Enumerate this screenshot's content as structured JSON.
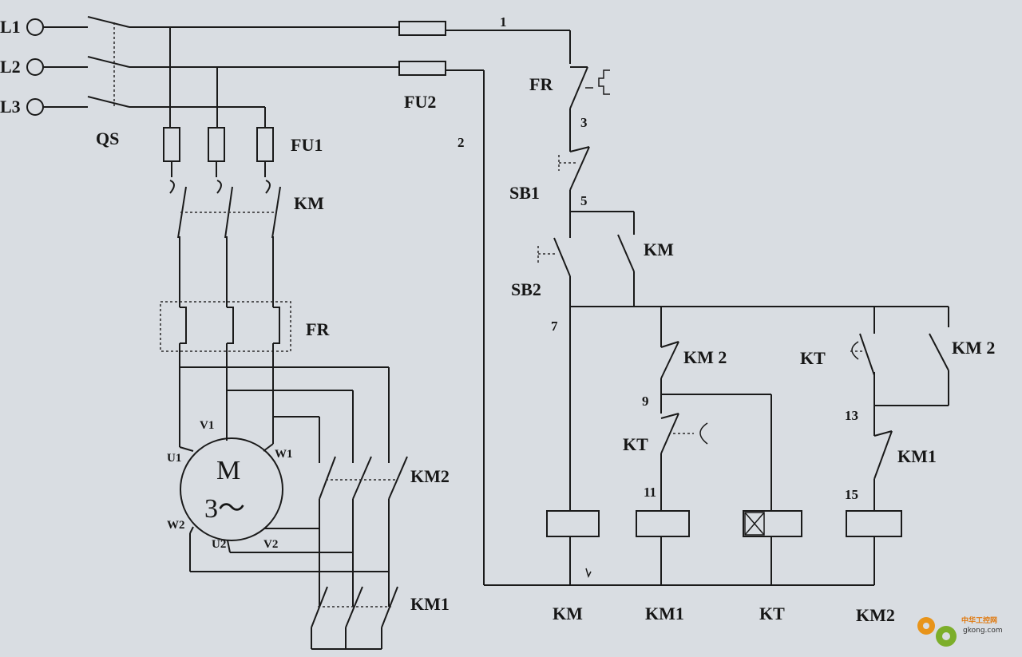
{
  "supply": {
    "l1": "L1",
    "l2": "L2",
    "l3": "L3",
    "switch": "QS"
  },
  "power": {
    "fuse": "FU1",
    "contactor": "KM",
    "overload": "FR",
    "motor_symbol": "M",
    "motor_phase": "3～",
    "terminals": {
      "u1": "U1",
      "v1": "V1",
      "w1": "W1",
      "u2": "U2",
      "v2": "V2",
      "w2": "W2"
    },
    "delta_contactor": "KM2",
    "star_contactor": "KM1"
  },
  "control": {
    "fuse": "FU2",
    "wire_numbers": {
      "n1": "1",
      "n2": "2",
      "n3": "3",
      "n5": "5",
      "n7": "7",
      "n9": "9",
      "n11": "11",
      "n13": "13",
      "n15": "15"
    },
    "overload_contact": "FR",
    "stop_button": "SB1",
    "start_button": "SB2",
    "hold_contact": "KM",
    "km2_nc_contact": "KM 2",
    "kt_nc_contact": "KT",
    "kt_no_contact": "KT",
    "km2_hold_contact": "KM 2",
    "km1_nc_contact": "KM1",
    "coils": {
      "km": "KM",
      "km1": "KM1",
      "kt": "KT",
      "km2": "KM2"
    }
  },
  "watermark": {
    "cn": "中华工控网",
    "url": "gkong.com"
  }
}
